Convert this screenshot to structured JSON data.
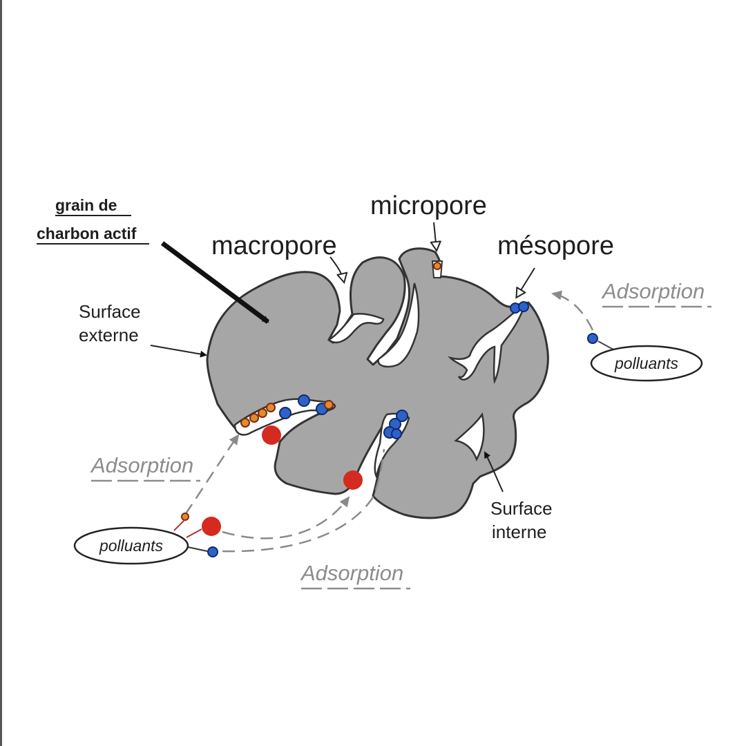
{
  "labels": {
    "grain_line1": "grain de",
    "grain_line2": "charbon actif",
    "macropore": "macropore",
    "micropore": "micropore",
    "mesopore": "mésopore",
    "surface_externe_line1": "Surface",
    "surface_externe_line2": "externe",
    "surface_interne_line1": "Surface",
    "surface_interne_line2": "interne"
  },
  "adsorption": {
    "right": "Adsorption",
    "left": "Adsorption",
    "bottom": "Adsorption"
  },
  "polluants": {
    "right": "polluants",
    "left": "polluants"
  },
  "colors": {
    "grain_fill": "#a6a6a6",
    "grain_outline": "#333333",
    "pollutant_red": "#d42a1f",
    "pollutant_blue": "#2f62c8",
    "pollutant_orange": "#e58a2a",
    "adsorption_text": "#8c8c8c"
  }
}
